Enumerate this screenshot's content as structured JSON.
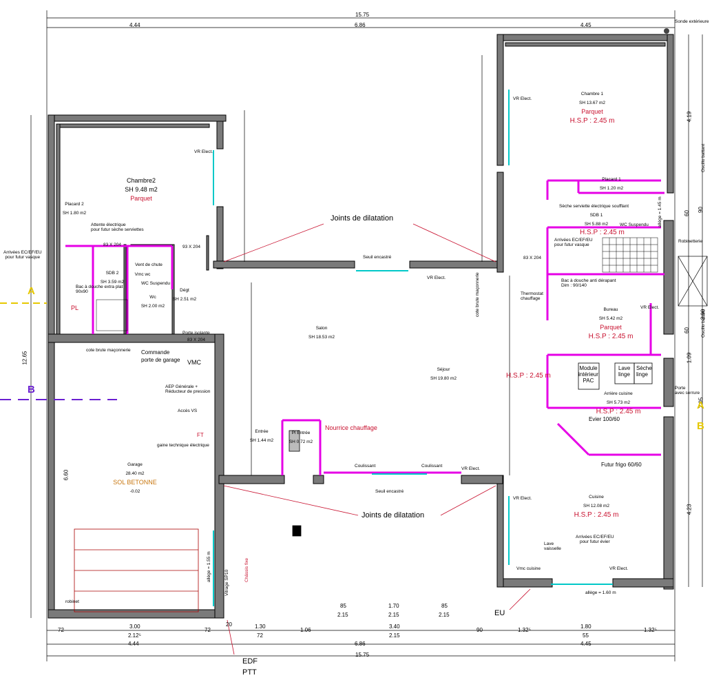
{
  "dims_top": {
    "total": "15.75",
    "left": "4.44",
    "mid": "6.86",
    "right": "4.45",
    "sonde": "Sonde extérieure"
  },
  "dims_bottom": {
    "d1": "72",
    "d2": "3.00",
    "d2b": "2.12⁵",
    "d3": "72",
    "d4": "20",
    "d5": "1.30",
    "d5b": "72",
    "d6": "1.06",
    "d7": "3.40",
    "d7b": "2.15",
    "d8": "90",
    "d9": "1.32⁵",
    "d10": "1.80",
    "d10b": "55",
    "d11": "1.32⁵",
    "r1": "4.44",
    "r2": "6.86",
    "r3": "4.45",
    "total": "15.75",
    "w1": "85",
    "w1b": "2.15",
    "w2": "1.70",
    "w2b": "2.15",
    "w3": "85",
    "w3b": "2.15"
  },
  "dims_left": {
    "total": "12.65",
    "garage": "6.60"
  },
  "dims_right": {
    "d1": "4.19",
    "d2": "3.90",
    "d3": "4.23",
    "d4": "90",
    "d5": "60",
    "d6": "1.09",
    "d7": "2.05",
    "d8": "60"
  },
  "rooms": {
    "chambre2": {
      "name": "Chambre2",
      "sh": "SH 9.48 m2",
      "floor": "Parquet"
    },
    "placard2": {
      "name": "Placard 2",
      "sh": "SH 1.80 m2"
    },
    "sdb2": {
      "name": "SDB 2",
      "sh": "SH 3.59 m2"
    },
    "wc": {
      "name": "Wc",
      "sh": "SH 2.00 m2",
      "note": "WC Suspendu",
      "vent": "Vent de chute",
      "vmc": "Vmc wc"
    },
    "degt": {
      "name": "Dégt",
      "sh": "SH 2.51 m2"
    },
    "salon": {
      "name": "Salon",
      "sh": "SH 18.53 m2"
    },
    "sejour": {
      "name": "Séjour",
      "sh": "SH 19.80 m2"
    },
    "entree": {
      "name": "Entrée",
      "sh": "SH 1.44 m2"
    },
    "plentree": {
      "name": "Pl Entrée",
      "sh": "SH 0.72 m2"
    },
    "garage": {
      "name": "Garage",
      "sh": "28.40 m2",
      "floor": "SOL BETONNE",
      "level": "-0.02"
    },
    "chambre1": {
      "name": "Chambre 1",
      "sh": "SH 13.67 m2",
      "floor": "Parquet",
      "hsp": "H.S.P : 2.45 m"
    },
    "placard1": {
      "name": "Placard 1",
      "sh": "SH 1.20 m2"
    },
    "sdb1": {
      "name": "SDB 1",
      "sh": "SH 5.88 m2",
      "hsp": "H.S.P : 2.45 m",
      "wc": "WC Suspendu"
    },
    "bureau": {
      "name": "Bureau",
      "sh": "SH 5.42 m2",
      "floor": "Parquet",
      "hsp": "H.S.P : 2.45 m"
    },
    "arriere": {
      "name": "Arrière cuisine",
      "sh": "SH 5.73 m2",
      "hsp": "H.S.P : 2.45 m"
    },
    "cuisine": {
      "name": "Cuisine",
      "sh": "SH 12.08 m2",
      "hsp": "H.S.P : 2.45 m"
    }
  },
  "notes": {
    "joints_top": "Joints de dilatation",
    "joints_bottom": "Joints de dilatation",
    "seuil_top": "Seuil encastré",
    "seuil_bottom": "Seuil encastré",
    "vr_elec": "VR Elect.",
    "arrivees_left": "Arrivées EC/EF/EU\npour futur vasque",
    "attente": "Attente électrique\npour futur sèche serviettes",
    "bac_left": "Bac à douche extra plat\n90x90",
    "porte_isolante": "Porte isolante",
    "commande": "Commande",
    "porte_garage": "porte de garage",
    "cote_brute": "cote brute maçonnerie",
    "cote_brute2": "cote brute maçonnerie",
    "aep": "AEP Générale +\nRéducteur de pression",
    "acces_vs": "Accès VS",
    "ft": "FT",
    "gaine": "gaine technique électrique",
    "nourrice": "Nourrice chauffage",
    "coulissant": "Coulissant",
    "coulissant2": "Coulissant",
    "vmc": "VMC",
    "seche": "Sèche serviette électrique soufflant",
    "arrivees_right": "Arrivées EC/EF/EU\npour futur vasque",
    "bac_right": "Bac à douche anti dérapant\nDim : 90/140",
    "thermostat": "Thermostat\nchauffage",
    "module": "Module\nintérieur\nPAC",
    "lave_linge": "Lave\nlinge",
    "seche_linge": "Sèche\nlinge",
    "evier": "Evier 100/60",
    "frigo": "Futur frigo 60/60",
    "vmc_cuisine": "Vmc cuisine",
    "arrivees_cuisine": "Arrivées EC/EF/EU\npour futur évier",
    "lave_vaisselle": "Lave\nvaisselle",
    "allege_cuisine": "allège = 1.60 m",
    "robinetterie": "Robinetterie",
    "oscillo1": "Oscillo battant",
    "oscillo2": "Oscillo battant",
    "porte_serrure": "Porte\navec serrure",
    "allege_wc": "allège = 1.45 m",
    "allege_garage": "allège = 1.55 m",
    "vitrage": "Vitrage SP10",
    "chassis": "Châssis fixe",
    "edf": "EDF",
    "ptt": "PTT",
    "eu": "EU",
    "pl": "PL",
    "robinet": "robinet",
    "d83": "83 X 204",
    "d93": "93 X 204"
  },
  "section_marks": {
    "a": "A",
    "b": "B"
  }
}
